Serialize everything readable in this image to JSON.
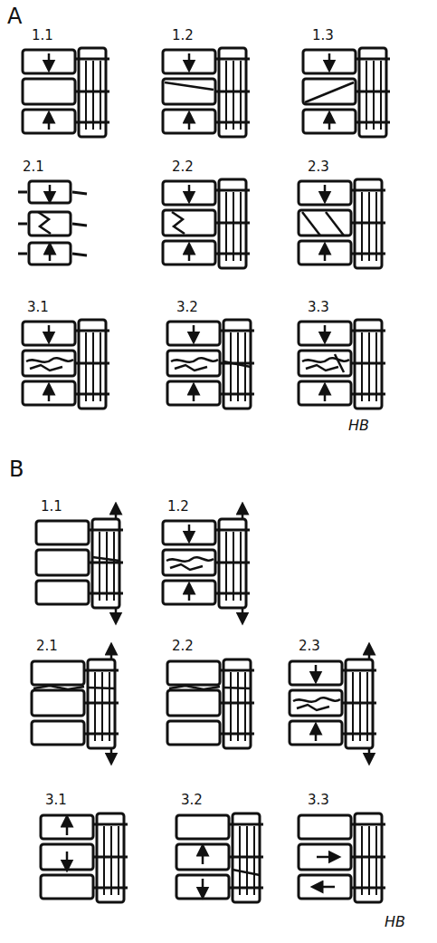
{
  "diagram": {
    "labels": [
      "A",
      "1.1",
      "1.2",
      "1.3",
      "2.1",
      "2.2",
      "2.3",
      "3.1",
      "3.2",
      "3.3",
      "HB",
      "B",
      "1.1",
      "1.2",
      "2.1",
      "2.2",
      "2.3",
      "3.1",
      "3.2",
      "3.3",
      "HB"
    ]
  }
}
